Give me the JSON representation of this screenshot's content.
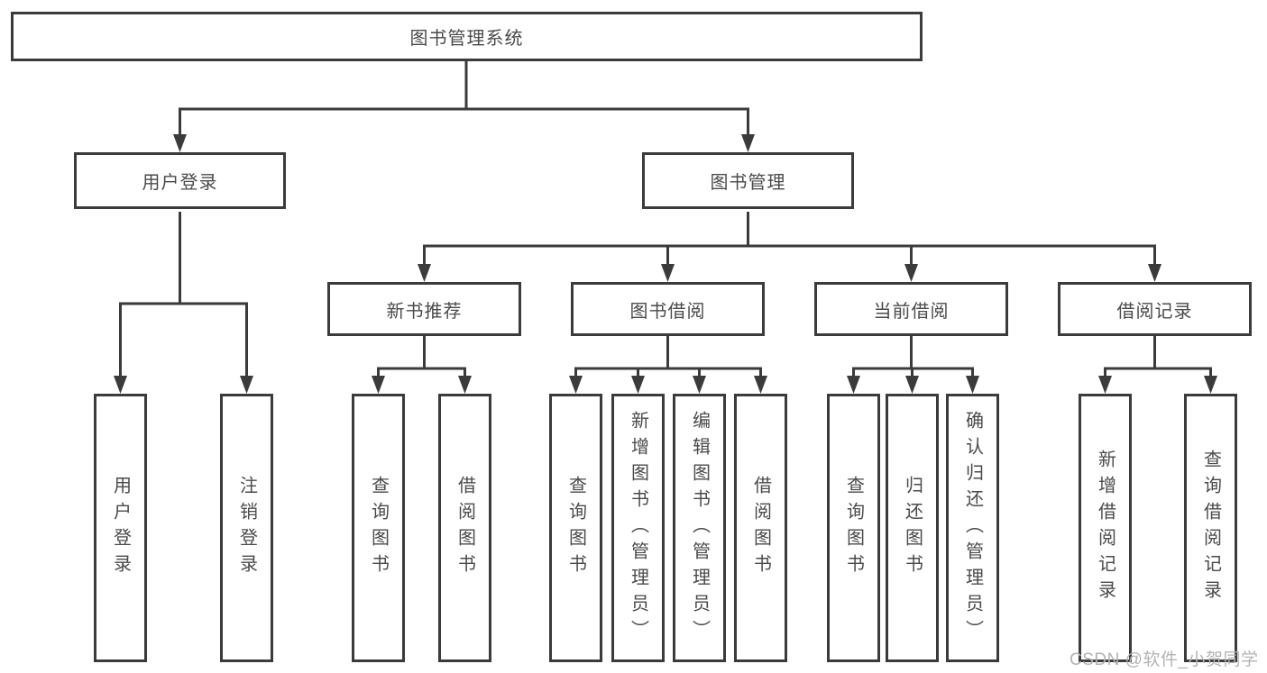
{
  "colors": {
    "line": "#3b3b3b",
    "text": "#4a4a4a",
    "box_background": "#ffffff",
    "watermark": "#b3b3b3"
  },
  "watermark": {
    "text": "CSDN @软件_小贺同学"
  },
  "nodes": {
    "root": {
      "label": "图书管理系统"
    },
    "level2": [
      {
        "label": "用户登录"
      },
      {
        "label": "图书管理"
      }
    ],
    "level3": [
      {
        "label": "新书推荐"
      },
      {
        "label": "图书借阅"
      },
      {
        "label": "当前借阅"
      },
      {
        "label": "借阅记录"
      }
    ],
    "leaves": {
      "user_login": [
        {
          "label": "用户登录"
        },
        {
          "label": "注销登录"
        }
      ],
      "new_book": [
        {
          "label": "查询图书"
        },
        {
          "label": "借阅图书"
        }
      ],
      "book_borrow": [
        {
          "label": "查询图书"
        },
        {
          "label": "新增图书（管理员）"
        },
        {
          "label": "编辑图书（管理员）"
        },
        {
          "label": "借阅图书"
        }
      ],
      "current_borrow": [
        {
          "label": "查询图书"
        },
        {
          "label": "归还图书"
        },
        {
          "label": "确认归还（管理员）"
        }
      ],
      "borrow_records": [
        {
          "label": "新增借阅记录"
        },
        {
          "label": "查询借阅记录"
        }
      ]
    }
  }
}
